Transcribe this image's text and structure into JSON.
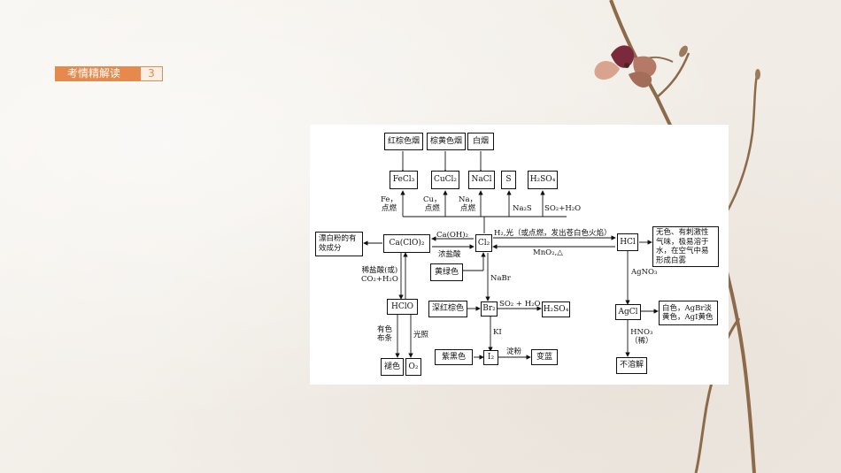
{
  "header": {
    "title": "考情精解读",
    "page_number": "3"
  },
  "diagram": {
    "nodes": {
      "fecl3": "FeCl₃",
      "cucl2": "CuCl₂",
      "nacl": "NaCl",
      "s": "S",
      "h2so4_top": "H₂SO₄",
      "red_brown_smoke": "红棕色烟",
      "brown_yellow_smoke": "棕黄色烟",
      "white_smoke": "白烟",
      "bleach_component": "漂白粉的有效成分",
      "caclo2": "Ca(ClO)₂",
      "cl2": "Cl₂",
      "yellow_green": "黄绿色",
      "hcl": "HCl",
      "hcl_properties": "无色、有刺激性气味，极易溶于水，在空气中易形成白雾",
      "hclo": "HClO",
      "br2": "Br₂",
      "deep_red_brown": "深红棕色",
      "h2so4_mid": "H₂SO₄",
      "agcl": "AgCl",
      "agcl_color": "白色，AgBr淡黄色，AgI黄色",
      "i2": "I₂",
      "purple_black": "紫黑色",
      "turns_blue": "变蓝",
      "fades": "褪色",
      "o2": "O₂",
      "insoluble": "不溶解"
    },
    "labels": {
      "fe_ignite": "Fe，\n点燃",
      "cu_ignite": "Cu，\n点燃",
      "na_ignite": "Na，\n点燃",
      "na2s": "Na₂S",
      "so2_h2o_top": "SO₂+H₂O",
      "caoh2": "Ca(OH)₂",
      "conc_hcl": "浓盐酸",
      "h2_light": "H₂,光（或点燃，发出苍白色火焰）",
      "mno2": "MnO₂,△",
      "dilute_hcl": "稀盐酸(或)\nCO₂+H₂O",
      "nabr": "NaBr",
      "agno3": "AgNO₃",
      "so2_h2o_mid": "SO₂ + H₂O",
      "ki": "KI",
      "colored_cloth": "有色\n布条",
      "light": "光照",
      "starch": "淀粉",
      "hno3": "HNO₃\n（稀）"
    }
  }
}
